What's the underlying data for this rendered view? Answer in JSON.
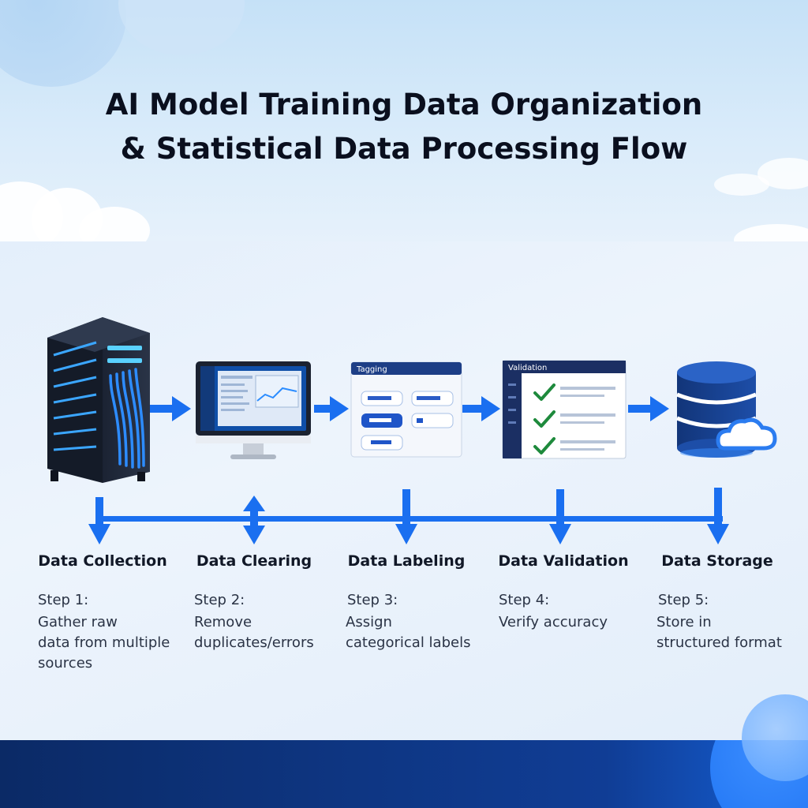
{
  "title": {
    "line1": "AI Model Training Data Organization",
    "line2": "& Statistical Data Processing Flow"
  },
  "steps": [
    {
      "name": "Data Collection",
      "number": "Step 1:",
      "desc": [
        "Gather raw",
        "data from multiple",
        "sources"
      ],
      "icon": "server-rack-icon"
    },
    {
      "name": "Data Clearing",
      "number": "Step 2:",
      "desc": [
        "Remove",
        "duplicates/errors"
      ],
      "icon": "monitor-icon"
    },
    {
      "name": "Data Labeling",
      "number": "Step 3:",
      "desc": [
        "Assign",
        "categorical labels"
      ],
      "icon": "labeling-window-icon"
    },
    {
      "name": "Data Validation",
      "number": "Step 4:",
      "desc": [
        "Verify accuracy"
      ],
      "icon": "checklist-window-icon"
    },
    {
      "name": "Data Storage",
      "number": "Step 5:",
      "desc": [
        "Store in",
        "structured format"
      ],
      "icon": "database-cloud-icon"
    }
  ],
  "windows": {
    "labeling_title": "Tagging",
    "validation_title": "Validation"
  },
  "colors": {
    "accent": "#1a6ff0",
    "title_text": "#0a0f1e",
    "footer": "#0e3683",
    "server": "#1c2433",
    "check": "#1e8a3c"
  }
}
